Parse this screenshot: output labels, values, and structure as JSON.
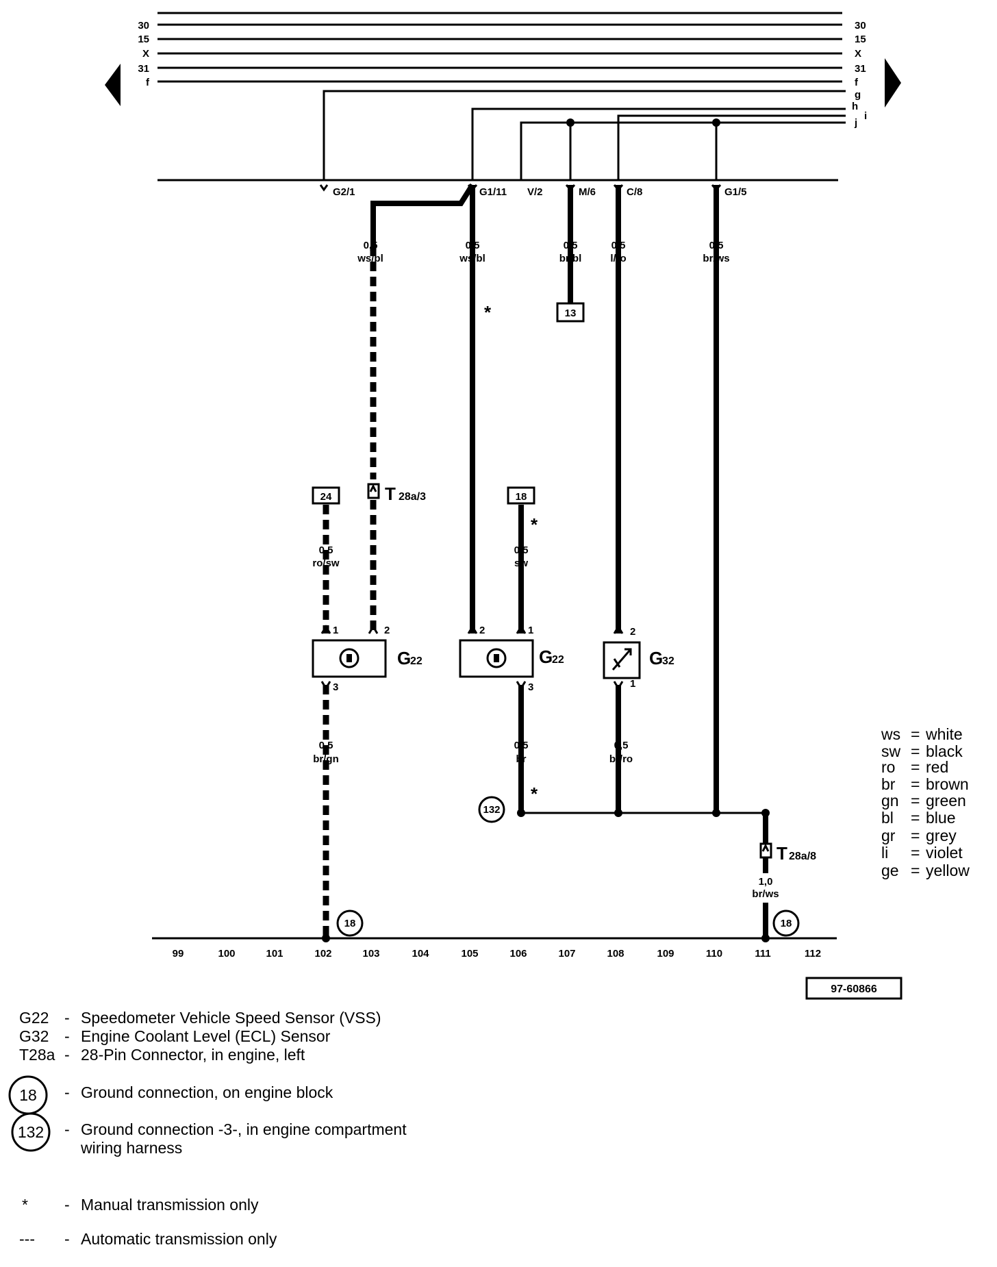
{
  "bus_left_labels": [
    "30",
    "15",
    "X",
    "31",
    "f"
  ],
  "bus_right_labels": [
    "30",
    "15",
    "X",
    "31",
    "f",
    "g",
    "h",
    "i",
    "j"
  ],
  "connector_pins": {
    "g2_1": "G2/1",
    "g1_11": "G1/11",
    "v_2": "V/2",
    "m_6": "M/6",
    "c_8": "C/8",
    "g1_5": "G1/5"
  },
  "wire_labels": {
    "w103": {
      "size": "0,5",
      "color": "ws/bl"
    },
    "w105": {
      "size": "0,5",
      "color": "ws/bl"
    },
    "w107": {
      "size": "0,5",
      "color": "br/bl"
    },
    "w108": {
      "size": "0,5",
      "color": "l/ro"
    },
    "w110": {
      "size": "0,5",
      "color": "br/ws"
    },
    "w102_top": {
      "size": "0,5",
      "color": "ro/sw"
    },
    "w106_top": {
      "size": "0,5",
      "color": "sw"
    },
    "w102_bottom": {
      "size": "0,5",
      "color": "br/gn"
    },
    "w106_bottom": {
      "size": "0,5",
      "color": "br"
    },
    "w108_bottom": {
      "size": "0,5",
      "color": "br/ro"
    },
    "w111": {
      "size": "1,0",
      "color": "br/ws"
    }
  },
  "ref_boxes": {
    "r13": "13",
    "r24": "24",
    "r18": "18"
  },
  "connectors": {
    "t28a_3_main": "T",
    "t28a_3_sub": "28a/3",
    "t28a_8_main": "T",
    "t28a_8_sub": "28a/8"
  },
  "components": {
    "g22_a": {
      "main": "G",
      "sub": "22",
      "pins": [
        "1",
        "2",
        "3"
      ]
    },
    "g22_b": {
      "main": "G",
      "sub": "22",
      "pins": [
        "2",
        "1",
        "3"
      ]
    },
    "g32": {
      "main": "G",
      "sub": "32",
      "pins": [
        "2",
        "1"
      ]
    }
  },
  "asterisk": "*",
  "ground_circles": {
    "g132": "132",
    "g18_a": "18",
    "g18_b": "18"
  },
  "track_numbers": [
    "99",
    "100",
    "101",
    "102",
    "103",
    "104",
    "105",
    "106",
    "107",
    "108",
    "109",
    "110",
    "111",
    "112"
  ],
  "figure_id": "97-60866",
  "color_legend": [
    {
      "code": "ws",
      "name": "white"
    },
    {
      "code": "sw",
      "name": "black"
    },
    {
      "code": "ro",
      "name": "red"
    },
    {
      "code": "br",
      "name": "brown"
    },
    {
      "code": "gn",
      "name": "green"
    },
    {
      "code": "bl",
      "name": "blue"
    },
    {
      "code": "gr",
      "name": "grey"
    },
    {
      "code": "li",
      "name": "violet"
    },
    {
      "code": "ge",
      "name": "yellow"
    }
  ],
  "legend": [
    {
      "symbol": "G22",
      "dash": "-",
      "text": "Speedometer Vehicle Speed Sensor (VSS)"
    },
    {
      "symbol": "G32",
      "dash": "-",
      "text": "Engine Coolant Level (ECL) Sensor"
    },
    {
      "symbol": "T28a",
      "dash": "-",
      "text": "28-Pin Connector, in engine, left"
    },
    {
      "symbol": "18",
      "dash": "-",
      "text": "Ground connection, on engine block"
    },
    {
      "symbol": "132",
      "dash": "-",
      "text": "Ground connection -3-, in engine compartment",
      "text2": "wiring harness"
    },
    {
      "symbol": "*",
      "dash": "-",
      "text": "Manual transmission only"
    },
    {
      "symbol": "---",
      "dash": "-",
      "text": "Automatic transmission only"
    }
  ]
}
